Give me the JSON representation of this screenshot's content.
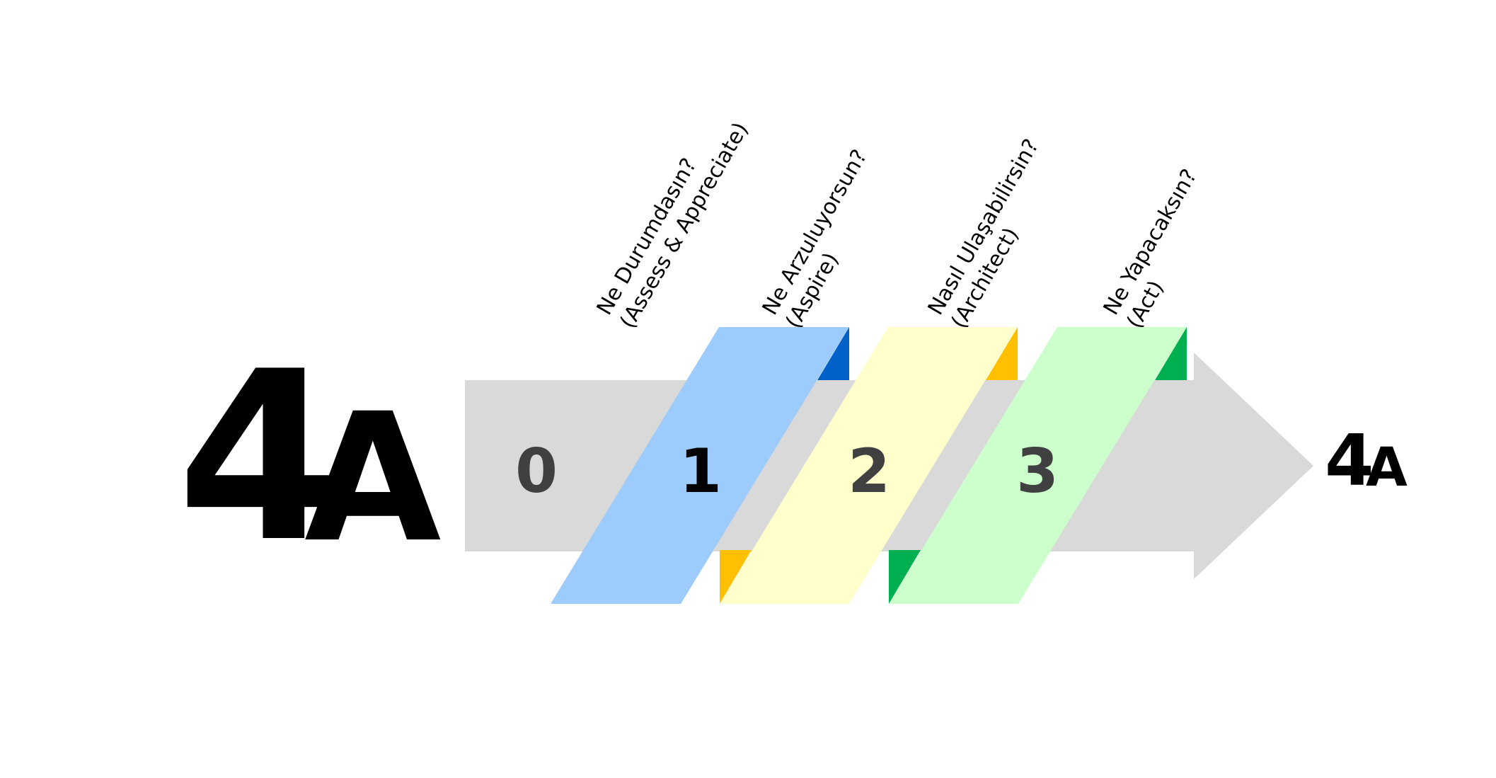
{
  "logo": {
    "number": "4",
    "letter": "A"
  },
  "end_logo": {
    "number": "4",
    "letter": "A"
  },
  "arrow": {
    "color": "#d9d9d9"
  },
  "steps": [
    {
      "number": "0",
      "number_color": "#404040"
    },
    {
      "number": "1",
      "number_color": "#000000",
      "band_color": "#9dcbfb",
      "top_corner_color": "#0061c9",
      "bottom_corner_color": "#ffc000"
    },
    {
      "number": "2",
      "number_color": "#404040",
      "band_color": "#ffffcc",
      "top_corner_color": "#ffc000",
      "bottom_corner_color": "#00b050"
    },
    {
      "number": "3",
      "number_color": "#404040",
      "band_color": "#ccffcc",
      "top_corner_color": "#00b050"
    }
  ],
  "questions": [
    {
      "line1": "Ne Durumdasın?",
      "line2": "(Assess & Appreciate)"
    },
    {
      "line1": "Ne Arzuluyorsun?",
      "line2": "(Aspire)"
    },
    {
      "line1": "Nasıl Ulaşabilirsin?",
      "line2": "(Architect)"
    },
    {
      "line1": "Ne Yapacaksın?",
      "line2": "(Act)"
    }
  ]
}
